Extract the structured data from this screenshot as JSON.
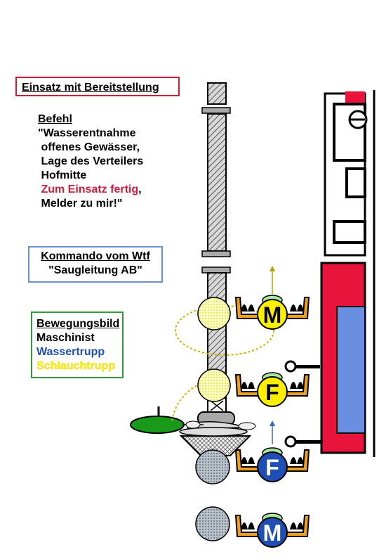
{
  "title": "Einsatz mit Bereitstellung",
  "order": {
    "heading": "Befehl",
    "lines": [
      "\"Wasserentnahme",
      " offenes Gewässer,",
      " Lage des Verteilers",
      " Hofmitte"
    ],
    "ready": " Zum Einsatz fertig",
    "ready_suffix": ",",
    "last": " Melder zu mir!\""
  },
  "command": {
    "heading": "Kommando vom Wtf",
    "text": "\"Saugleitung AB\""
  },
  "movement": {
    "heading": "Bewegungsbild",
    "maschinist": "Maschinist",
    "wassertrupp": "Wassertrupp",
    "schlauchtrupp": "Schlauchtrupp"
  },
  "crew": [
    {
      "letter": "M",
      "color": "#ffee00"
    },
    {
      "letter": "F",
      "color": "#ffee00"
    },
    {
      "letter": "F",
      "color": "#1f4fb5"
    },
    {
      "letter": "M",
      "color": "#1f4fb5"
    }
  ],
  "colors": {
    "vehicle": "#e8143c",
    "window": "#6a8fe0",
    "pipe": "#a9a9a9",
    "float": "#1a9a1a",
    "path": "#c8b400"
  }
}
